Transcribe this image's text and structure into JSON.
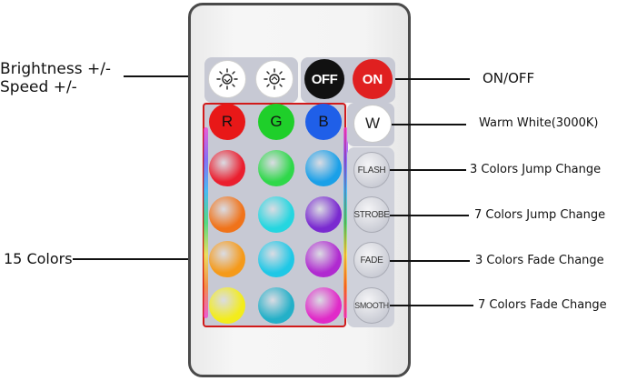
{
  "annotations": {
    "left": {
      "brightness": "Brightness +/-",
      "speed": "Speed +/-",
      "colors15": "15 Colors"
    },
    "right": {
      "onoff": "ON/OFF",
      "warm_white": "Warm White(3000K)",
      "flash": "3 Colors Jump Change",
      "strobe": "7 Colors Jump Change",
      "fade": "3 Colors Fade Change",
      "smooth": "7 Colors Fade Change"
    }
  },
  "remote": {
    "top_buttons": {
      "brightness_down_icon": "sun-down-icon",
      "brightness_up_icon": "sun-up-icon",
      "off": "OFF",
      "on": "ON"
    },
    "w_button": "W",
    "effect_buttons": [
      "FLASH",
      "STROBE",
      "FADE",
      "SMOOTH"
    ],
    "rgb_labels": [
      "R",
      "G",
      "B"
    ],
    "color_rows": [
      [
        "#e81818",
        "#1fcf2a",
        "#1f5fe8"
      ],
      [
        "#ea1f2f",
        "#2fd84a",
        "#1aa0e8"
      ],
      [
        "#f0731a",
        "#25d6e0",
        "#7a2ad0"
      ],
      [
        "#f59a1a",
        "#1fc8e6",
        "#b02ad0"
      ],
      [
        "#f3ec1c",
        "#24b0c8",
        "#e02ac8"
      ]
    ]
  }
}
